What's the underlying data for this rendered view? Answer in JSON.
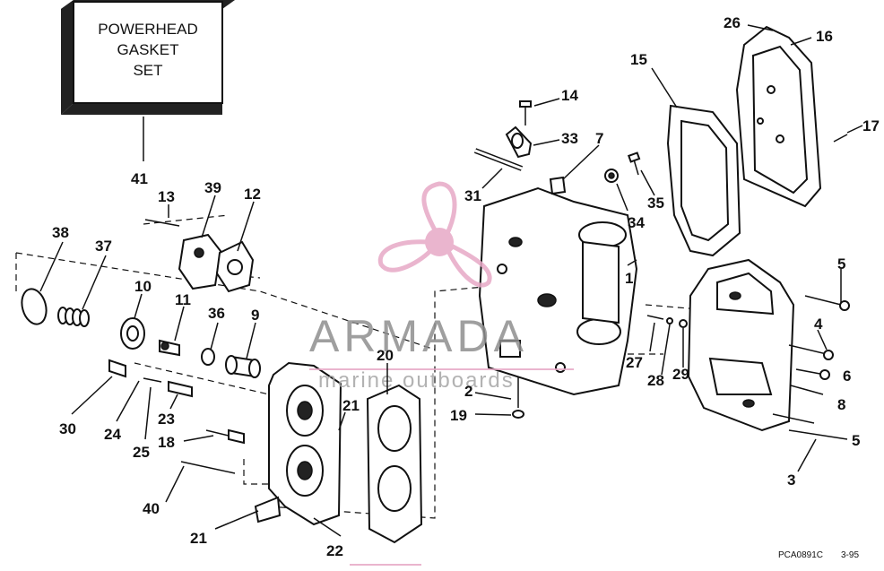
{
  "gasket_set_box": {
    "line1": "POWERHEAD",
    "line2": "GASKET",
    "line3": "SET"
  },
  "watermark": {
    "brand": "ARMADA",
    "tagline": "marine outboards"
  },
  "drawing_code": "PCA0891C",
  "drawing_date": "3-95",
  "callouts": {
    "c1": "1",
    "c2": "2",
    "c3": "3",
    "c4": "4",
    "c5a": "5",
    "c5b": "5",
    "c6": "6",
    "c7": "7",
    "c8": "8",
    "c9": "9",
    "c10": "10",
    "c11": "11",
    "c12": "12",
    "c13": "13",
    "c14": "14",
    "c15": "15",
    "c16": "16",
    "c17": "17",
    "c18": "18",
    "c19": "19",
    "c20": "20",
    "c21a": "21",
    "c21b": "21",
    "c22": "22",
    "c23": "23",
    "c24": "24",
    "c25": "25",
    "c26": "26",
    "c27": "27",
    "c28": "28",
    "c29": "29",
    "c30": "30",
    "c31": "31",
    "c33": "33",
    "c34": "34",
    "c35": "35",
    "c36": "36",
    "c37": "37",
    "c38": "38",
    "c39": "39",
    "c40": "40",
    "c41": "41"
  },
  "colors": {
    "line": "#111111",
    "watermark_pink": "#e7a9c6",
    "watermark_gray": "#8f8f8f"
  }
}
